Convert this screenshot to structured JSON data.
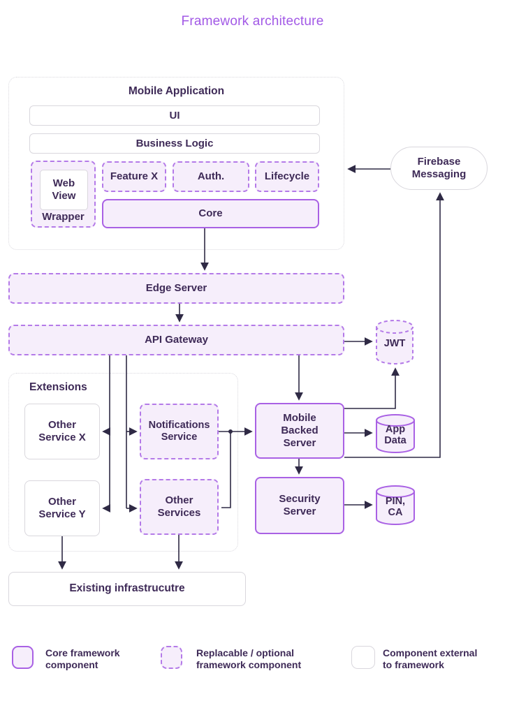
{
  "title": "Framework architecture",
  "colors": {
    "accent_purple": "#a259e6",
    "node_border_purple": "#a961e4",
    "dashed_border_purple": "#b47ae8",
    "node_fill_light_purple": "#f6eefb",
    "text_dark_purple": "#3e2a57",
    "connector_dark": "#2f2a45",
    "neutral_border_gray": "#d9d7dd"
  },
  "mobile_app": {
    "label": "Mobile Application",
    "ui": "UI",
    "business_logic": "Business Logic",
    "web_view": "Web\nView",
    "wrapper": "Wrapper",
    "feature_x": "Feature X",
    "auth": "Auth.",
    "lifecycle": "Lifecycle",
    "core": "Core"
  },
  "firebase_messaging": "Firebase\nMessaging",
  "edge_server": "Edge Server",
  "api_gateway": "API Gateway",
  "jwt": "JWT",
  "extensions": {
    "label": "Extensions",
    "other_service_x": "Other\nService X",
    "other_service_y": "Other\nService Y",
    "notifications_service": "Notifications\nService",
    "other_services": "Other\nServices"
  },
  "backend": {
    "mobile_backed_server": "Mobile\nBacked\nServer",
    "app_data": "App\nData",
    "security_server": "Security\nServer",
    "pin_ca": "PIN,\nCA"
  },
  "existing_infrastructure": "Existing infrastrucutre",
  "legend": {
    "core_component": "Core framework\ncomponent",
    "replaceable_component": "Replacable / optional\nframework component",
    "external_component": "Component external\nto framework"
  }
}
